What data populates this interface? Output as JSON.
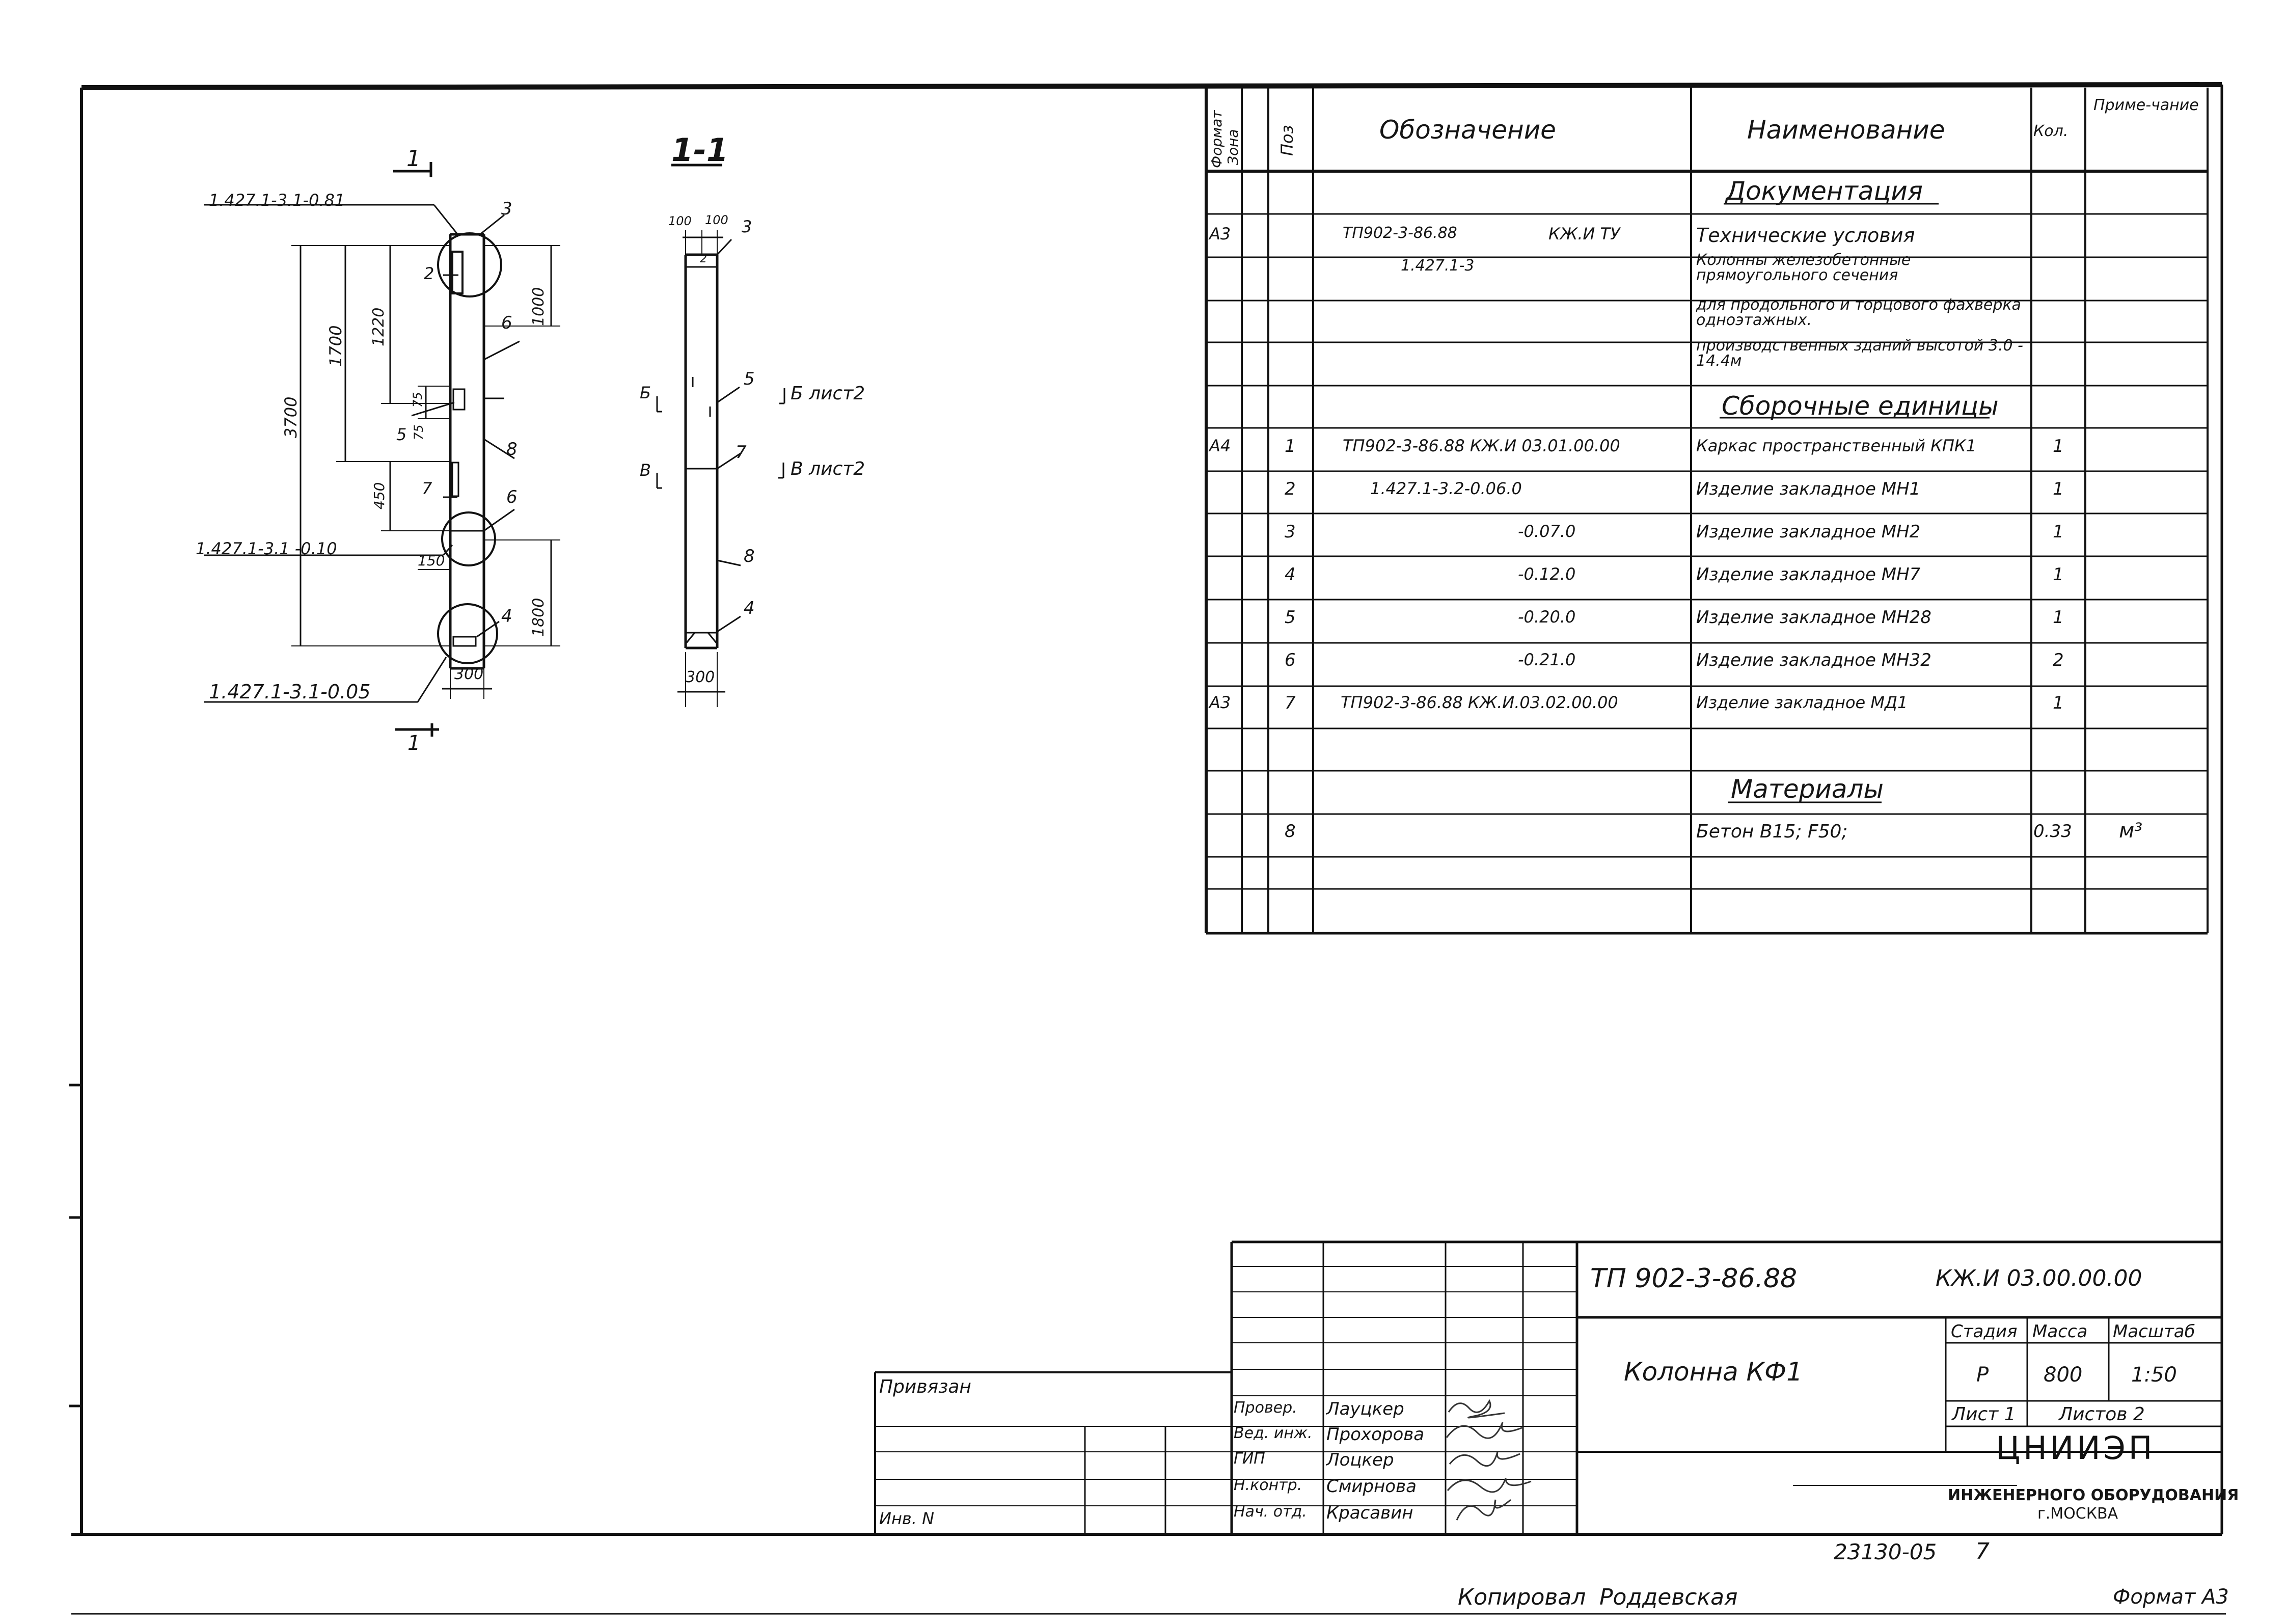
{
  "drawing": {
    "section_ref_top": "1",
    "section_ref_bottom": "1",
    "section_title": "1-1",
    "callouts": {
      "c081": "1.427.1-3.1-0.81",
      "c010": "1.427.1-3.1 -0.10",
      "c005": "1.427.1-3.1-0.05"
    },
    "dims": {
      "d3700": "3700",
      "d1700": "1700",
      "d1220": "1220",
      "d1000": "1000",
      "d75a": "75",
      "d75b": "75",
      "d450": "450",
      "d150": "150",
      "d1800": "1800",
      "d300": "300",
      "s100a": "100",
      "s100b": "100",
      "s300": "300"
    },
    "marks": {
      "m2": "2",
      "m3": "3",
      "m4": "4",
      "m5": "5",
      "m6a": "6",
      "m6b": "6",
      "m7": "7",
      "m8": "8",
      "s2": "2",
      "s3": "3",
      "s4": "4",
      "s5": "5",
      "s7": "7",
      "s8": "8"
    },
    "view_b": "Б",
    "view_v": "В",
    "view_b_ref": "Б лист2",
    "view_v_ref": "В лист2"
  },
  "spec": {
    "headers": {
      "format": "Формат",
      "zone": "Зона",
      "pos": "Поз",
      "designation": "Обозначение",
      "name": "Наименование",
      "qty": "Кол.",
      "note": "Приме-чание"
    },
    "sections": {
      "docs": "Документация",
      "assemblies": "Сборочные единицы",
      "materials": "Материалы"
    },
    "rows": [
      {
        "format": "А3",
        "pos": "",
        "designation": "ТП902-3-86.88",
        "designation_suffix": "КЖ.И   ТУ",
        "name": "Технические условия",
        "qty": "",
        "note": ""
      },
      {
        "format": "",
        "pos": "",
        "designation": "1.427.1-3",
        "designation_suffix": "",
        "name": "Колонны железобетонные прямоугольного сечения",
        "qty": "",
        "note": ""
      },
      {
        "format": "",
        "pos": "",
        "designation": "",
        "designation_suffix": "",
        "name": "для продольного и торцового фахверка одноэтажных.",
        "qty": "",
        "note": ""
      },
      {
        "format": "",
        "pos": "",
        "designation": "",
        "designation_suffix": "",
        "name": "производственных зданий высотой 3.0 - 14.4м",
        "qty": "",
        "note": ""
      },
      {
        "format": "А4",
        "pos": "1",
        "designation": "ТП902-3-86.88  КЖ.И 03.01.00.00",
        "designation_suffix": "",
        "name": "Каркас пространственный КПК1",
        "qty": "1",
        "note": ""
      },
      {
        "format": "",
        "pos": "2",
        "designation": "1.427.1-3.2-0.06.0",
        "designation_suffix": "",
        "name": "Изделие закладное   МН1",
        "qty": "1",
        "note": ""
      },
      {
        "format": "",
        "pos": "3",
        "designation": "-0.07.0",
        "designation_suffix": "",
        "name": "Изделие закладное   МН2",
        "qty": "1",
        "note": ""
      },
      {
        "format": "",
        "pos": "4",
        "designation": "-0.12.0",
        "designation_suffix": "",
        "name": "Изделие закладное   МН7",
        "qty": "1",
        "note": ""
      },
      {
        "format": "",
        "pos": "5",
        "designation": "-0.20.0",
        "designation_suffix": "",
        "name": "Изделие закладное   МН28",
        "qty": "1",
        "note": ""
      },
      {
        "format": "",
        "pos": "6",
        "designation": "-0.21.0",
        "designation_suffix": "",
        "name": "Изделие закладное   МН32",
        "qty": "2",
        "note": ""
      },
      {
        "format": "А3",
        "pos": "7",
        "designation": "ТП902-3-86.88  КЖ.И.03.02.00.00",
        "designation_suffix": "",
        "name": "Изделие закладное   МД1",
        "qty": "1",
        "note": ""
      },
      {
        "format": "",
        "pos": "8",
        "designation": "",
        "designation_suffix": "",
        "name": "Бетон В15; F50;",
        "qty": "0.33",
        "note": "м³"
      }
    ]
  },
  "title_block": {
    "code": "ТП 902-3-86.88",
    "code2": "КЖ.И 03.00.00.00",
    "title": "Колонна КФ1",
    "stage_label": "Стадия",
    "mass_label": "Масса",
    "scale_label": "Масштаб",
    "stage": "Р",
    "mass": "800",
    "scale": "1:50",
    "sheet_label": "Лист 1",
    "sheets_label": "Листов 2",
    "org_main": "ЦНИИЭП",
    "org_sub1": "ИНЖЕНЕРНОГО ОБОРУДОВАНИЯ",
    "org_sub2": "г.МОСКВА",
    "roles": [
      {
        "role": "Провер.",
        "person": "Лауцкер"
      },
      {
        "role": "Вед. инж.",
        "person": "Прохорова"
      },
      {
        "role": "ГИП",
        "person": "Лоцкер"
      },
      {
        "role": "Н.контр.",
        "person": "Смирнова"
      },
      {
        "role": "Нач. отд.",
        "person": "Красавин"
      }
    ],
    "privyazan": "Привязан",
    "inv": "Инв. N"
  },
  "footer": {
    "archive_no": "23130-05",
    "page_no": "7",
    "copied": "Копировал",
    "copier": "Роддевская",
    "format": "Формат А3"
  }
}
